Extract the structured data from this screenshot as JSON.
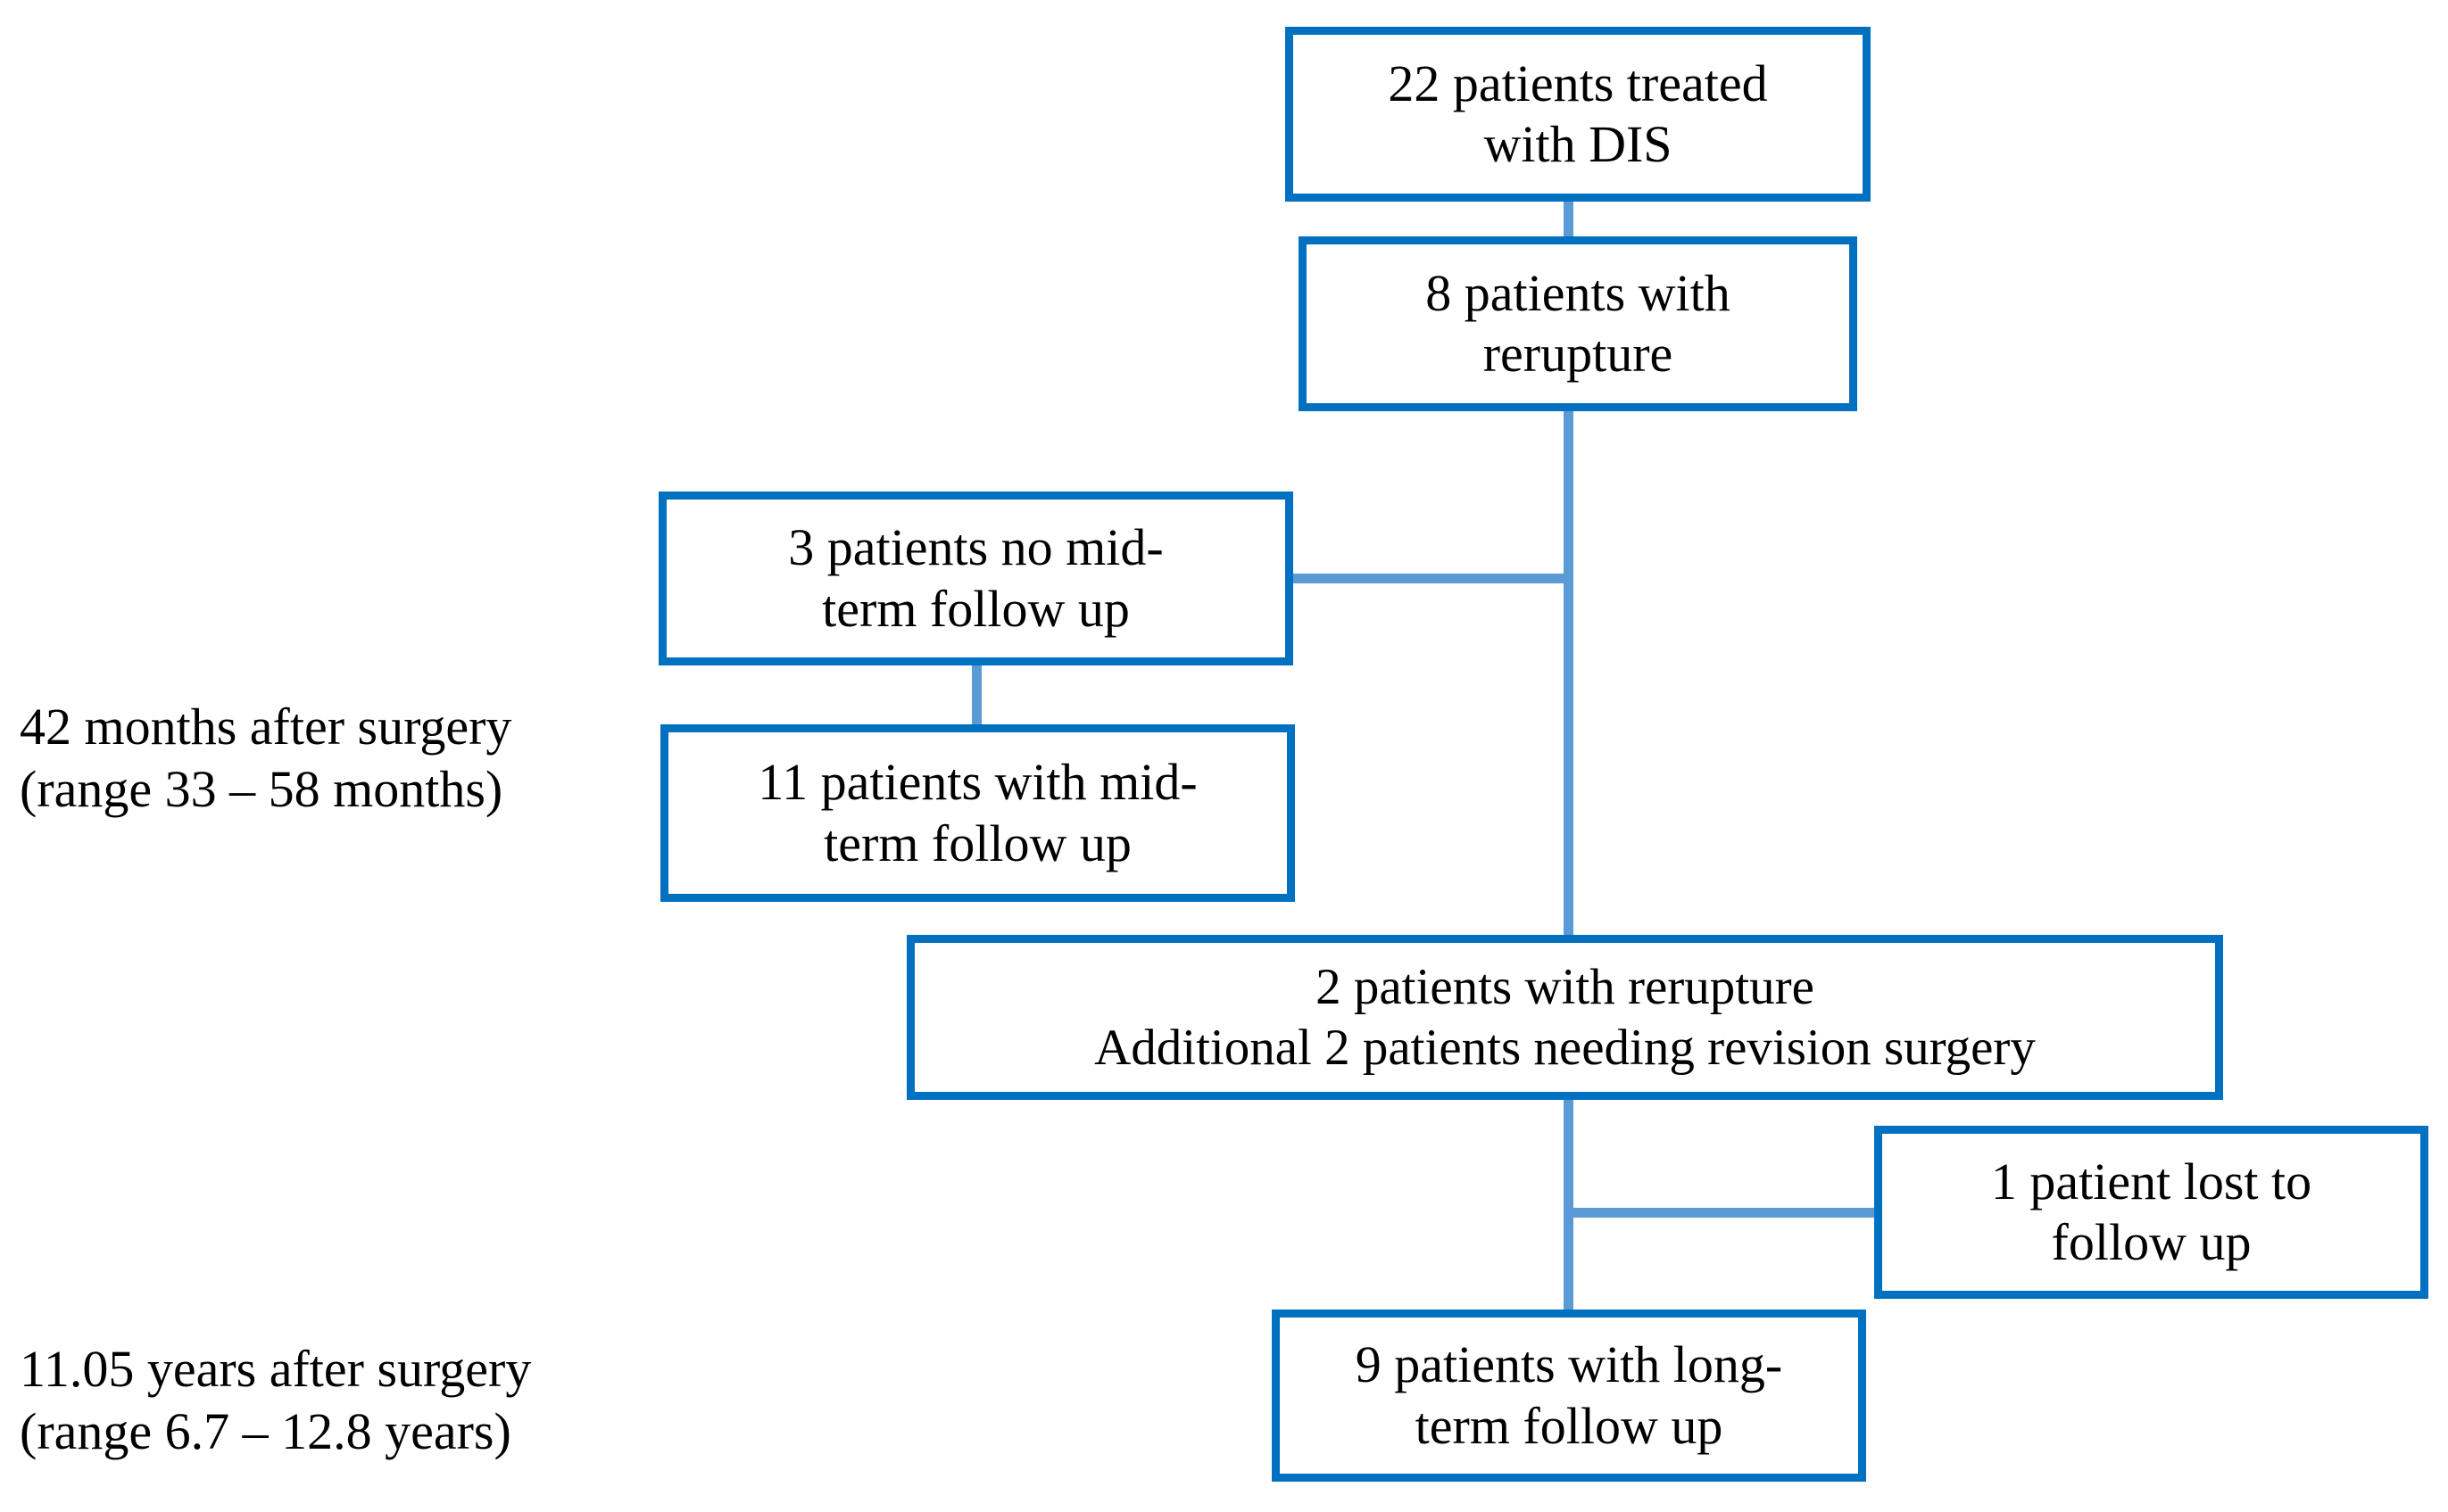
{
  "diagram": {
    "title": "Patient follow-up flow diagram",
    "colors": {
      "box_border": "#0070C0",
      "connector": "#5B9BD5",
      "background": "#FFFFFF",
      "text": "#000000"
    },
    "nodes": [
      {
        "id": "treated",
        "name": "treated-with-dis",
        "text": "22 patients treated\nwith DIS",
        "count": 22
      },
      {
        "id": "rerupture8",
        "name": "patients-with-rerupture",
        "text": "8 patients with\nrerupture",
        "count": 8
      },
      {
        "id": "nomid",
        "name": "no-midterm-follow-up",
        "text": "3 patients no mid-\nterm follow up",
        "count": 3
      },
      {
        "id": "withmid",
        "name": "with-midterm-follow-up",
        "text": "11 patients with mid-\nterm follow up",
        "count": 11
      },
      {
        "id": "rerupture2",
        "name": "rerupture-and-revision",
        "text": "2 patients with rerupture\nAdditional 2  patients needing revision surgery",
        "count": 2
      },
      {
        "id": "lost",
        "name": "lost-to-follow-up",
        "text": "1 patient lost to\nfollow up",
        "count": 1
      },
      {
        "id": "longterm",
        "name": "with-longterm-follow-up",
        "text": "9 patients with long-\nterm follow up",
        "count": 9
      }
    ],
    "annotations": [
      {
        "id": "midterm_timepoint",
        "name": "midterm-timepoint-annotation",
        "text": "42 months after surgery\n(range 33 – 58 months)"
      },
      {
        "id": "longterm_timepoint",
        "name": "longterm-timepoint-annotation",
        "text": "11.05 years after surgery\n(range 6.7 – 12.8 years)"
      }
    ],
    "edges": [
      {
        "from": "treated",
        "to": "rerupture8",
        "orientation": "vertical"
      },
      {
        "from": "rerupture8",
        "to": "rerupture2",
        "orientation": "vertical"
      },
      {
        "from": "rerupture8",
        "to": "nomid",
        "orientation": "horizontal"
      },
      {
        "from": "nomid",
        "to": "withmid",
        "orientation": "vertical"
      },
      {
        "from": "rerupture2",
        "to": "longterm",
        "orientation": "vertical"
      },
      {
        "from": "rerupture2",
        "to": "lost",
        "orientation": "horizontal"
      }
    ]
  }
}
